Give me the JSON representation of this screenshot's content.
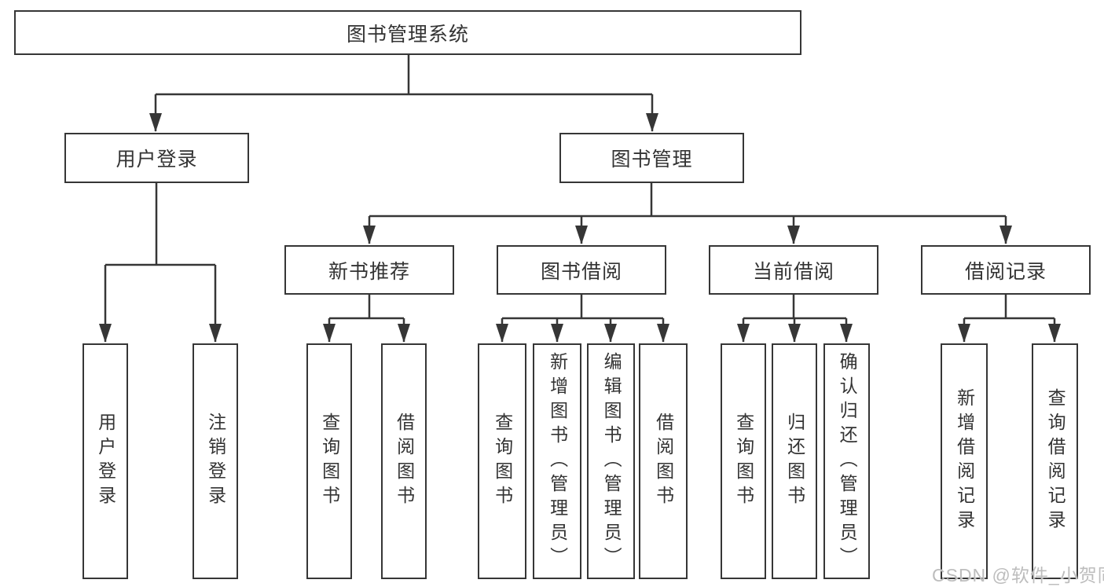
{
  "diagram": {
    "watermark": "CSDN @软件_小贺同学",
    "colors": {
      "line": "#363636",
      "box_border": "#363636",
      "text": "#333333",
      "watermark": "#bdbdbd",
      "background": "#ffffff"
    },
    "nodes": {
      "root": {
        "label": "图书管理系统"
      },
      "user_login": {
        "label": "用户登录"
      },
      "book_mgmt": {
        "label": "图书管理"
      },
      "new_books": {
        "label": "新书推荐"
      },
      "book_borrow": {
        "label": "图书借阅"
      },
      "current_borrow": {
        "label": "当前借阅"
      },
      "borrow_records": {
        "label": "借阅记录"
      },
      "leaf_user_login": {
        "label": "用户登录"
      },
      "leaf_logout": {
        "label": "注销登录"
      },
      "leaf_query_books_1": {
        "label": "查询图书"
      },
      "leaf_borrow_books_1": {
        "label": "借阅图书"
      },
      "leaf_query_books_2": {
        "label": "查询图书"
      },
      "leaf_add_books": {
        "label": "新增图书（管理员）"
      },
      "leaf_edit_books": {
        "label": "编辑图书（管理员）"
      },
      "leaf_borrow_books_2": {
        "label": "借阅图书"
      },
      "leaf_query_books_3": {
        "label": "查询图书"
      },
      "leaf_return_books": {
        "label": "归还图书"
      },
      "leaf_confirm_return": {
        "label": "确认归还（管理员）"
      },
      "leaf_add_record": {
        "label": "新增借阅记录"
      },
      "leaf_query_record": {
        "label": "查询借阅记录"
      }
    }
  }
}
